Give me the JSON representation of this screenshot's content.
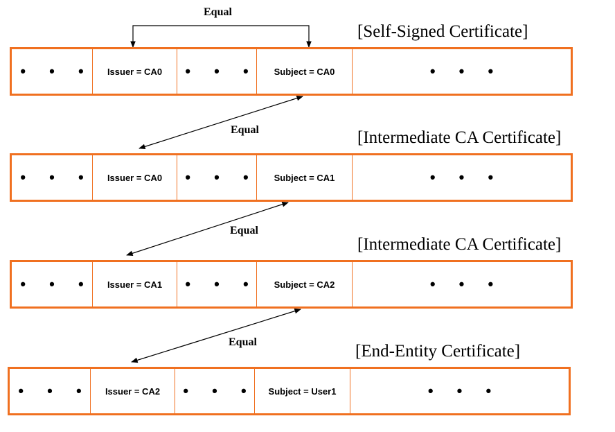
{
  "certificates": [
    {
      "title": "[Self-Signed Certificate]",
      "issuer": "Issuer = CA0",
      "subject": "Subject = CA0",
      "ellipsis": "• • •"
    },
    {
      "title": "[Intermediate CA Certificate]",
      "issuer": "Issuer = CA0",
      "subject": "Subject = CA1",
      "ellipsis": "• • •"
    },
    {
      "title": "[Intermediate CA Certificate]",
      "issuer": "Issuer = CA1",
      "subject": "Subject = CA2",
      "ellipsis": "• • •"
    },
    {
      "title": "[End-Entity Certificate]",
      "issuer": "Issuer = CA2",
      "subject": "Subject = User1",
      "ellipsis": "• • •"
    }
  ],
  "links": [
    {
      "label": "Equal"
    },
    {
      "label": "Equal"
    },
    {
      "label": "Equal"
    },
    {
      "label": "Equal"
    }
  ],
  "colors": {
    "border": "#f07020",
    "arrow": "#000000"
  }
}
